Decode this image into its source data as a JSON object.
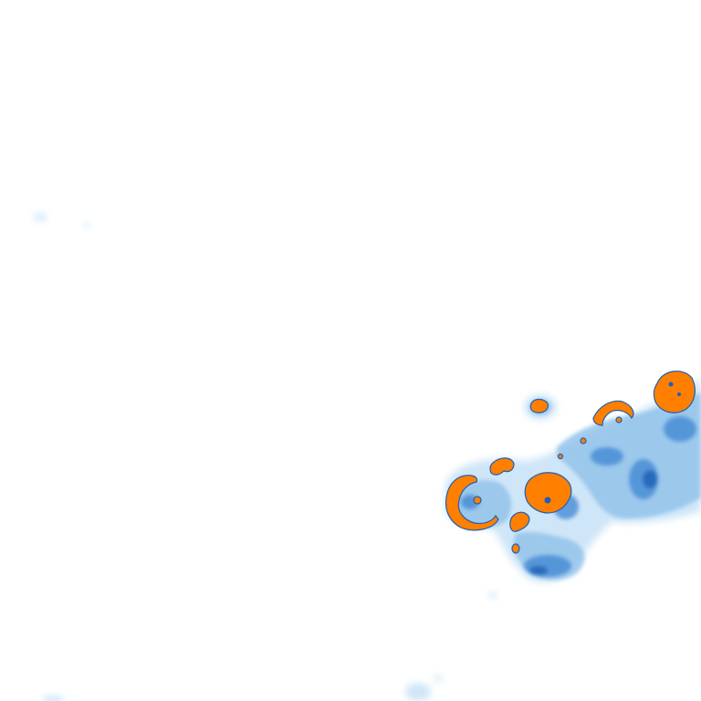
{
  "map": {
    "kind": "weather-radar-overlay-tile",
    "background": "#ffffff",
    "palette": {
      "light": "#cfe6f8",
      "medium": "#8fc0ea",
      "strong": "#3f86d2",
      "heavy": "#1f5fb3",
      "extreme": "#ff7f00",
      "extreme_edge": "#d86a00"
    },
    "cells": [
      {
        "id": "cell-ring-west",
        "intensity": "extreme"
      },
      {
        "id": "cell-west-small",
        "intensity": "extreme"
      },
      {
        "id": "cell-central",
        "intensity": "extreme"
      },
      {
        "id": "cell-south-fragment",
        "intensity": "extreme"
      },
      {
        "id": "cell-north-isolated",
        "intensity": "extreme"
      },
      {
        "id": "cell-arc-northeast",
        "intensity": "extreme"
      },
      {
        "id": "cell-east-edge",
        "intensity": "extreme"
      }
    ]
  }
}
